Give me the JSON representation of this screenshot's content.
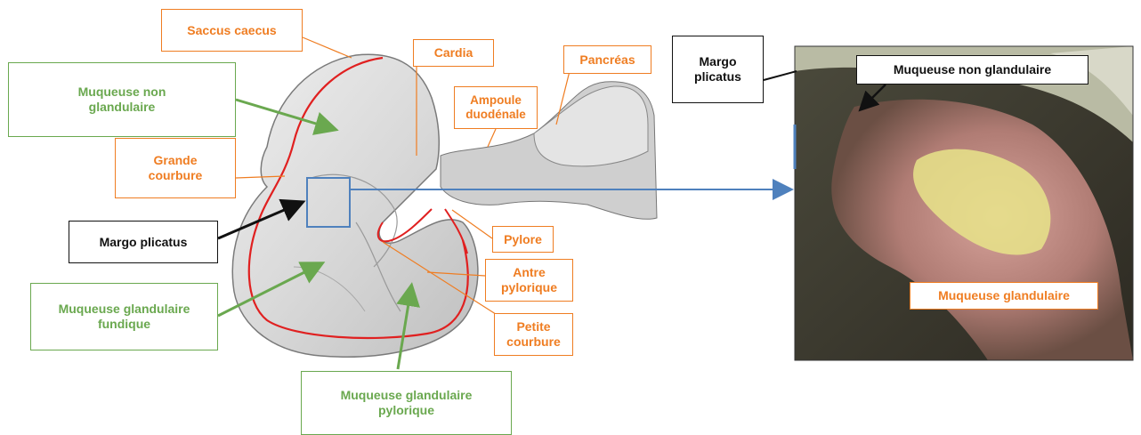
{
  "labels": {
    "saccus_caecus": "Saccus caecus",
    "muqueuse_non_glandulaire": "Muqueuse non glandulaire",
    "grande_courbure": "Grande courbure",
    "margo_plicatus": "Margo plicatus",
    "muqueuse_glandulaire_fundique": "Muqueuse glandulaire fundique",
    "muqueuse_glandulaire_pylorique": "Muqueuse glandulaire pylorique",
    "cardia": "Cardia",
    "pancreas": "Pancréas",
    "ampoule_duodenale": "Ampoule duodénale",
    "pylore": "Pylore",
    "antre_pylorique": "Antre pylorique",
    "petite_courbure": "Petite courbure",
    "margo_plicatus_right": "Margo plicatus",
    "muqueuse_non_glandulaire_right": "Muqueuse non glandulaire",
    "muqueuse_glandulaire_right": "Muqueuse glandulaire"
  },
  "colors": {
    "orange": "#ef7d22",
    "green": "#6aa84f",
    "black": "#111111",
    "red_outline": "#e02020",
    "blue_connector": "#4f81bd"
  },
  "icons": {
    "stomach_illustration": "stomach-anatomy-illustration",
    "endoscopy_photo": "gastroscopy-photo"
  }
}
